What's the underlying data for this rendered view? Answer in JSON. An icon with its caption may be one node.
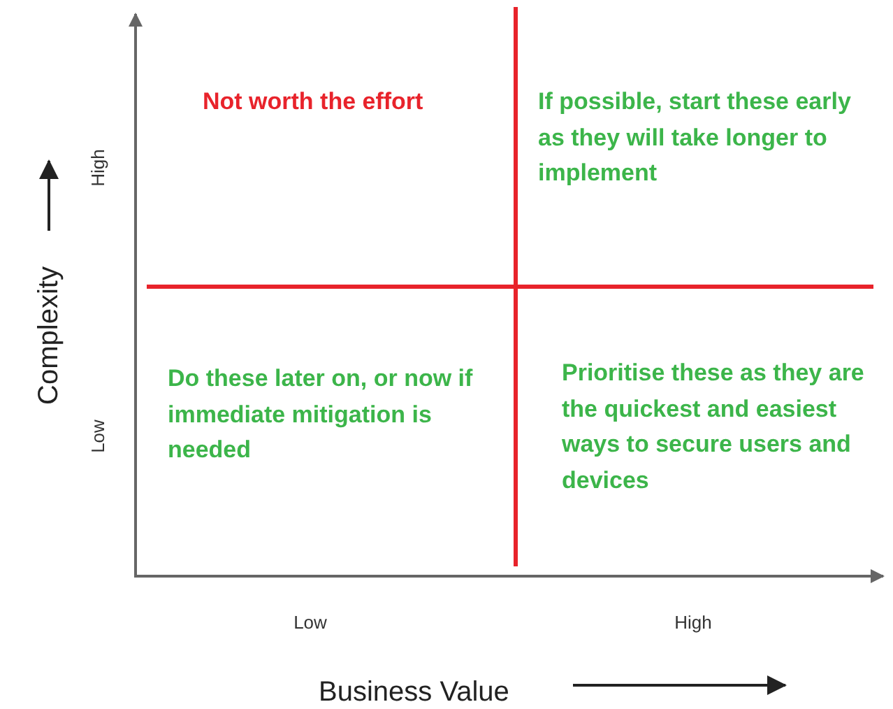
{
  "diagram": {
    "labels": [
      "Not worth the effort",
      "If possible, start these early as they will take longer to implement",
      "High",
      "Complexity",
      "Low",
      "Do these later on, or now if immediate mitigation is needed",
      "Prioritise these as they are the quickest and easiest ways to secure users and devices",
      "Low",
      "High",
      "Business Value"
    ]
  }
}
